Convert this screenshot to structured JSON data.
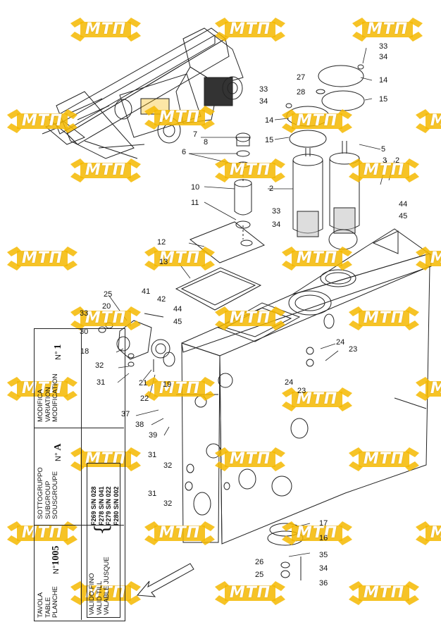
{
  "watermark": {
    "text": "МТП",
    "color": "#f5b800"
  },
  "callouts": {
    "c33a": "33",
    "c34a": "34",
    "c14a": "14",
    "c27": "27",
    "c28": "28",
    "c33b": "33",
    "c34b": "34",
    "c15a": "15",
    "c14b": "14",
    "c15b": "15",
    "c7": "7",
    "c8": "8",
    "c6": "6",
    "c5": "5",
    "c3": "3",
    "c2a": "2",
    "c10": "10",
    "c2b": "2",
    "c11": "11",
    "c33c": "33",
    "c34c": "34",
    "c44a": "44",
    "c45a": "45",
    "c12": "12",
    "c13": "13",
    "c25a": "25",
    "c41": "41",
    "c20": "20",
    "c42": "42",
    "c33d": "33",
    "c30": "30",
    "c44b": "44",
    "c45b": "45",
    "c18": "18",
    "c24a": "24",
    "c23a": "23",
    "c32a": "32",
    "c31a": "31",
    "c21": "21",
    "c19": "19",
    "c24b": "24",
    "c22": "22",
    "c23b": "23",
    "c37": "37",
    "c38": "38",
    "c39": "39",
    "c31b": "31",
    "c32b": "32",
    "c31c": "31",
    "c32c": "32",
    "c17": "17",
    "c16": "16",
    "c35": "35",
    "c26": "26",
    "c34d": "34",
    "c25b": "25",
    "c36": "36"
  },
  "title_block": {
    "tavola_labels": [
      "TAVOLA",
      "TABLE",
      "PLANCHE"
    ],
    "table_no": "1005",
    "no_prefix": "N°",
    "subgroup_labels": [
      "SOTTOGRUPPO",
      "SUBGROUP",
      "SOUSGROUPE"
    ],
    "subgroup_value": "A",
    "modification_labels": [
      "MODIFICA",
      "VARIATION",
      "MODIFICATION"
    ],
    "modification_value": "1",
    "validity_labels": [
      "VALIDO FINO",
      "VALID TILL",
      "VALABLE JUSQUE"
    ],
    "serials": [
      "F269  S/N 028",
      "F278  S/N 041",
      "F279  S/N 022",
      "F280  S/N 002"
    ]
  }
}
